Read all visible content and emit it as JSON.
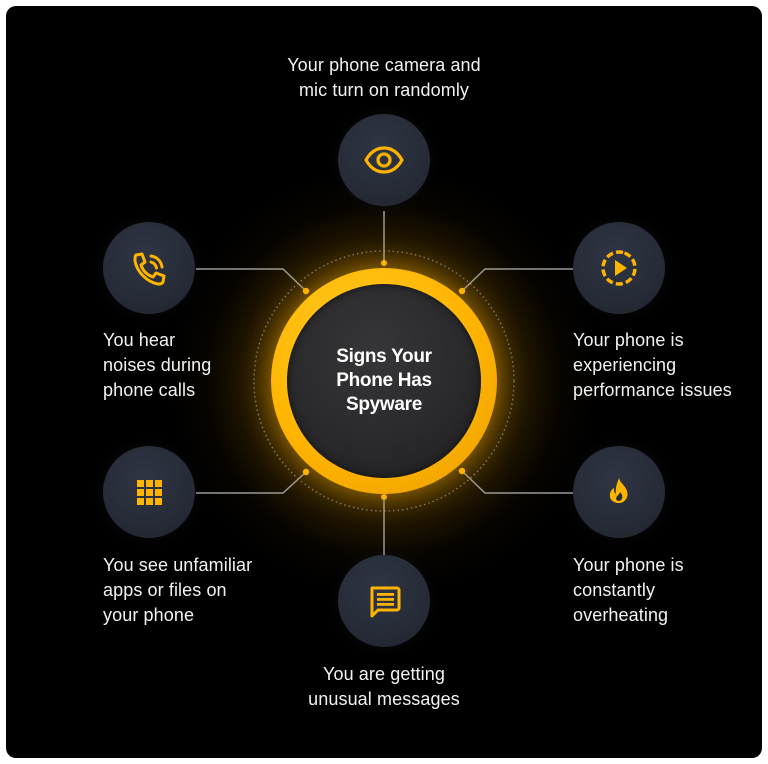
{
  "diagram": {
    "title": "Signs Your Phone Has Spyware",
    "colors": {
      "background": "#000000",
      "accent": "#FFB400",
      "node_fill": "#262B37",
      "hub_fill": "#2A2A2C",
      "text": "#F2F2F2",
      "connector": "#9A9A9A"
    },
    "signs": [
      {
        "id": "camera-mic",
        "icon": "eye-icon",
        "label": "Your phone camera and mic turn on randomly",
        "lines": [
          "Your phone camera and",
          "mic turn on randomly"
        ],
        "position": "top"
      },
      {
        "id": "call-noises",
        "icon": "phone-call-icon",
        "label": "You hear noises during phone calls",
        "lines": [
          "You hear",
          "noises during",
          "phone calls"
        ],
        "position": "upper-left"
      },
      {
        "id": "performance",
        "icon": "play-circle-dashed-icon",
        "label": "Your phone is experiencing performance issues",
        "lines": [
          "Your phone is",
          "experiencing",
          "performance issues"
        ],
        "position": "upper-right"
      },
      {
        "id": "unfamiliar-apps",
        "icon": "app-grid-icon",
        "label": "You see unfamiliar apps or files on your phone",
        "lines": [
          "You see unfamiliar",
          "apps or files on",
          "your phone"
        ],
        "position": "lower-left"
      },
      {
        "id": "overheating",
        "icon": "flame-icon",
        "label": "Your phone is constantly overheating",
        "lines": [
          "Your phone is",
          "constantly",
          "overheating"
        ],
        "position": "lower-right"
      },
      {
        "id": "messages",
        "icon": "message-icon",
        "label": "You are getting unusual messages",
        "lines": [
          "You are getting",
          "unusual messages"
        ],
        "position": "bottom"
      }
    ]
  }
}
